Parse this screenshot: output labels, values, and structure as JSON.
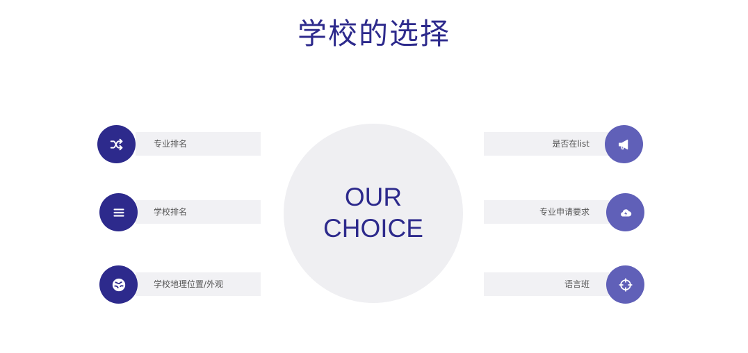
{
  "title": "学校的选择",
  "center": {
    "line1": "OUR",
    "line2": "CHOICE"
  },
  "left_items": [
    {
      "label": "专业排名",
      "icon": "shuffle-icon"
    },
    {
      "label": "学校排名",
      "icon": "menu-lines-icon"
    },
    {
      "label": "学校地理位置/外观",
      "icon": "globe-icon"
    }
  ],
  "right_items": [
    {
      "label": "是否在list",
      "icon": "megaphone-icon"
    },
    {
      "label": "专业申请要求",
      "icon": "cloud-lightning-icon"
    },
    {
      "label": "语言班",
      "icon": "crosshair-icon"
    }
  ],
  "colors": {
    "primary": "#2d2a8c",
    "secondary": "#6060b8",
    "bar": "#f1f1f4",
    "circle": "#efeff2"
  }
}
